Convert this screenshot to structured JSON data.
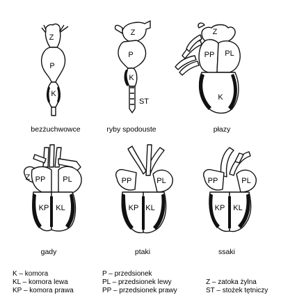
{
  "groups": [
    {
      "caption": "bezżuchwowce",
      "labels": {
        "z": "Z",
        "p": "P",
        "k": "K"
      }
    },
    {
      "caption": "ryby spodouste",
      "labels": {
        "z": "Z",
        "p": "P",
        "k": "K",
        "st": "ST"
      }
    },
    {
      "caption": "płazy",
      "labels": {
        "z": "Z",
        "pp": "PP",
        "pl": "PL",
        "k": "K"
      }
    },
    {
      "caption": "gady",
      "labels": {
        "z": "Z",
        "pp": "PP",
        "pl": "PL",
        "kp": "KP",
        "kl": "KL"
      }
    },
    {
      "caption": "ptaki",
      "labels": {
        "pp": "PP",
        "pl": "PL",
        "kp": "KP",
        "kl": "KL"
      }
    },
    {
      "caption": "ssaki",
      "labels": {
        "pp": "PP",
        "pl": "PL",
        "kp": "KP",
        "kl": "KL"
      }
    }
  ],
  "legend": {
    "col1": [
      "K – komora",
      "KL – komora lewa",
      "KP – komora prawa"
    ],
    "col2": [
      "P – przedsionek",
      "PL – przedsionek lewy",
      "PP – przedsionek prawy"
    ],
    "col3": [
      "Z – zatoka żylna",
      "ST – stożek tętniczy"
    ]
  },
  "colors": {
    "background": "#ffffff",
    "ink": "#111111"
  }
}
